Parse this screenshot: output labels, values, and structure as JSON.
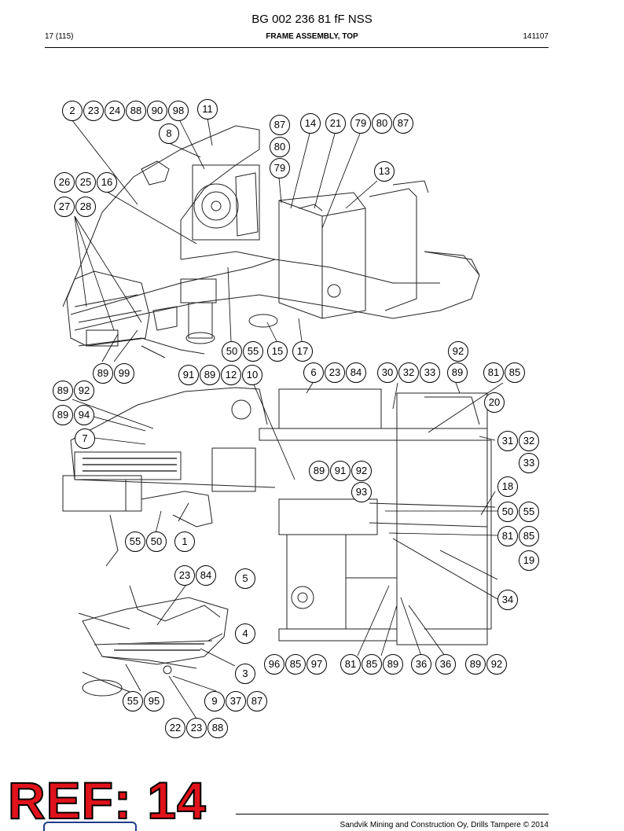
{
  "header": {
    "doc_title": "BG 002 236 81 fF NSS",
    "page_ref": "17 (115)",
    "section_title": "FRAME ASSEMBLY, TOP",
    "date_code": "141107"
  },
  "callouts": {
    "c_2": "2",
    "c_23a": "23",
    "c_24": "24",
    "c_88a": "88",
    "c_90": "90",
    "c_98": "98",
    "c_11": "11",
    "c_8": "8",
    "c_87a": "87",
    "c_80a": "80",
    "c_79a": "79",
    "c_14": "14",
    "c_21": "21",
    "c_79b": "79",
    "c_80b": "80",
    "c_87b": "87",
    "c_13": "13",
    "c_26": "26",
    "c_25": "25",
    "c_16": "16",
    "c_27": "27",
    "c_28": "28",
    "c_50a": "50",
    "c_55a": "55",
    "c_15": "15",
    "c_17": "17",
    "c_89a": "89",
    "c_99": "99",
    "c_92a": "92",
    "c_91a": "91",
    "c_89b": "89",
    "c_12": "12",
    "c_10": "10",
    "c_6": "6",
    "c_23b": "23",
    "c_84a": "84",
    "c_30": "30",
    "c_32a": "32",
    "c_33a": "33",
    "c_89c": "89",
    "c_81a": "81",
    "c_85a": "85",
    "c_89d": "89",
    "c_92b": "92",
    "c_20": "20",
    "c_89e": "89",
    "c_94": "94",
    "c_7": "7",
    "c_31": "31",
    "c_32b": "32",
    "c_33b": "33",
    "c_89f": "89",
    "c_91b": "91",
    "c_92c": "92",
    "c_93": "93",
    "c_18": "18",
    "c_50b": "50",
    "c_55b": "55",
    "c_81b": "81",
    "c_85b": "85",
    "c_55c": "55",
    "c_50c": "50",
    "c_1": "1",
    "c_19": "19",
    "c_23c": "23",
    "c_84b": "84",
    "c_5": "5",
    "c_34": "34",
    "c_4": "4",
    "c_96": "96",
    "c_85c": "85",
    "c_97": "97",
    "c_81c": "81",
    "c_85d": "85",
    "c_89g": "89",
    "c_36a": "36",
    "c_36b": "36",
    "c_89h": "89",
    "c_92d": "92",
    "c_3": "3",
    "c_55d": "55",
    "c_95": "95",
    "c_9": "9",
    "c_37": "37",
    "c_87c": "87",
    "c_22": "22",
    "c_23d": "23",
    "c_88b": "88"
  },
  "stamp": {
    "text": "REF: 14",
    "color": "#e0121b"
  },
  "footer": {
    "copyright": "Sandvik Mining and Construction Oy, Drills Tampere © 2014"
  }
}
